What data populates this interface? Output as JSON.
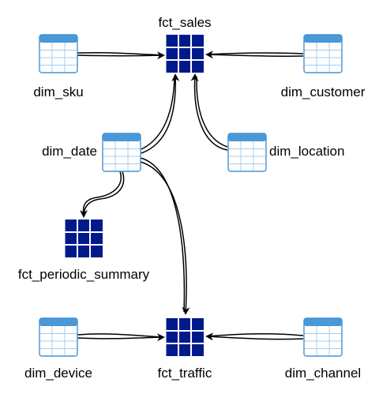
{
  "colors": {
    "fact_fill": "#001a8c",
    "fact_line": "#ffffff",
    "dim_header": "#4a98d8",
    "dim_border": "#3f8fd4",
    "dim_grid": "#a9ccec",
    "dim_fill": "#ffffff",
    "edge": "#000000"
  },
  "icons": {
    "fact": "fact-table-icon",
    "dimension": "dimension-table-icon"
  },
  "nodes": {
    "fct_sales": {
      "label": "fct_sales",
      "kind": "fact"
    },
    "fct_traffic": {
      "label": "fct_traffic",
      "kind": "fact"
    },
    "fct_periodic_summary": {
      "label": "fct_periodic_summary",
      "kind": "fact"
    },
    "dim_sku": {
      "label": "dim_sku",
      "kind": "dimension"
    },
    "dim_customer": {
      "label": "dim_customer",
      "kind": "dimension"
    },
    "dim_date": {
      "label": "dim_date",
      "kind": "dimension"
    },
    "dim_location": {
      "label": "dim_location",
      "kind": "dimension"
    },
    "dim_device": {
      "label": "dim_device",
      "kind": "dimension"
    },
    "dim_channel": {
      "label": "dim_channel",
      "kind": "dimension"
    }
  },
  "edges": [
    {
      "from": "dim_sku",
      "to": "fct_sales"
    },
    {
      "from": "dim_customer",
      "to": "fct_sales"
    },
    {
      "from": "dim_date",
      "to": "fct_sales"
    },
    {
      "from": "dim_location",
      "to": "fct_sales"
    },
    {
      "from": "dim_date",
      "to": "fct_periodic_summary"
    },
    {
      "from": "dim_date",
      "to": "fct_traffic"
    },
    {
      "from": "dim_device",
      "to": "fct_traffic"
    },
    {
      "from": "dim_channel",
      "to": "fct_traffic"
    }
  ]
}
